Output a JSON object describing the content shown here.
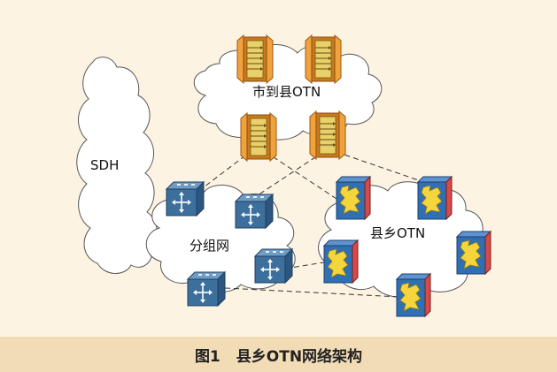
{
  "clouds": {
    "sdh": "SDH",
    "city_county_otn": "市到县OTN",
    "packet_network": "分组网",
    "county_town_otn": "县乡OTN"
  },
  "caption": {
    "figure_number": "图1",
    "title": "县乡OTN网络架构"
  },
  "colors": {
    "background": "#fdf3e3",
    "caption_bar": "#f2dcb6",
    "otn_device": "#e08a2a",
    "router_device": "#3d6f9c",
    "county_otn_device": "#2f6fb3",
    "county_otn_core": "#f4d63c"
  },
  "icons": {
    "otn_device": "otn-transport-icon",
    "router_device": "router-icon",
    "county_otn_device": "county-otn-node-icon"
  }
}
